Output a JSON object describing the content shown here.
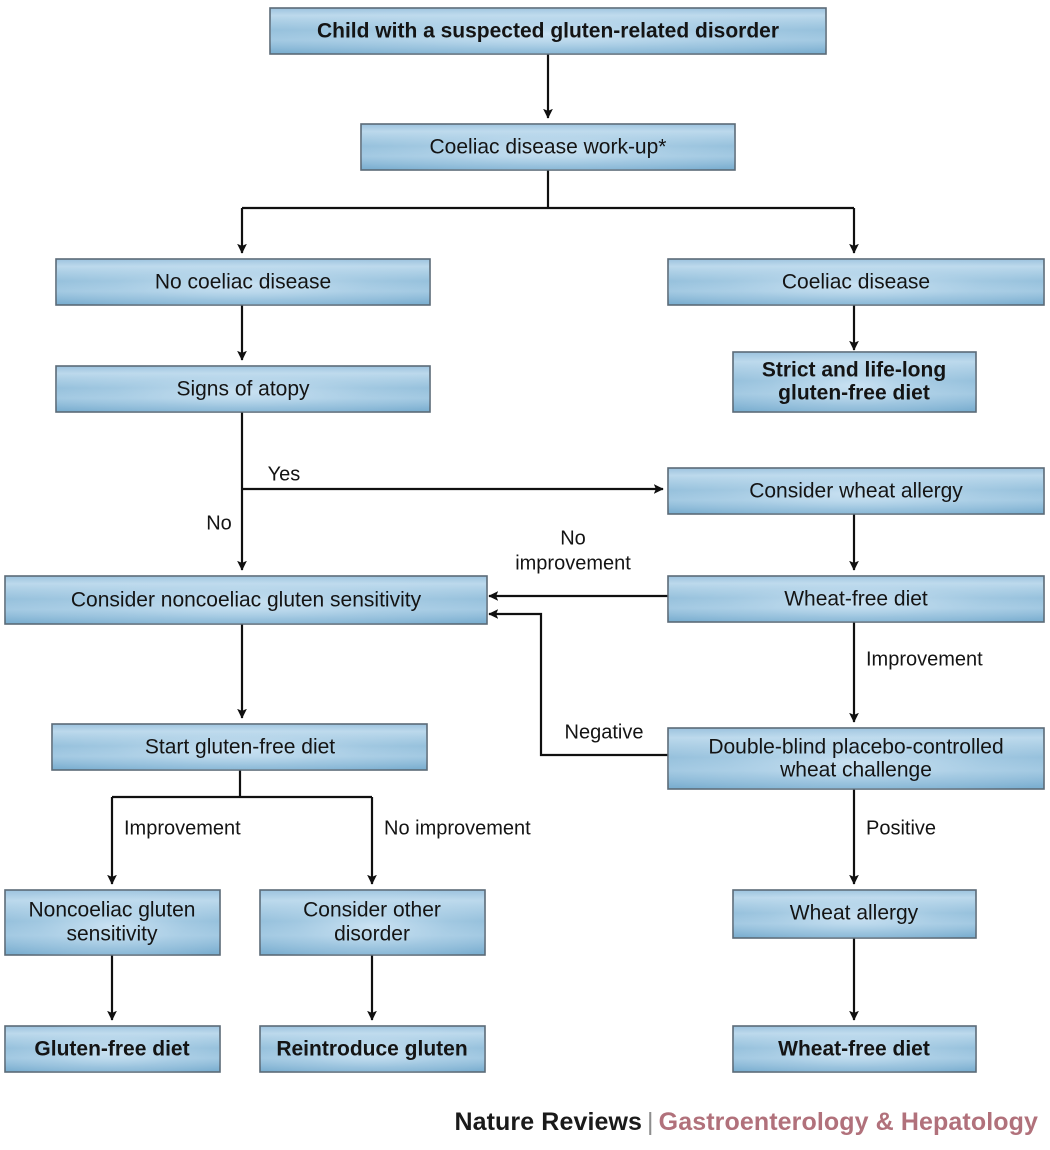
{
  "diagram": {
    "title_text": "Child with a suspected gluten-related disorder",
    "nodes": {
      "start": "Child with a suspected gluten-related disorder",
      "workup": "Coeliac disease work-up*",
      "no_coeliac": "No coeliac disease",
      "coeliac": "Coeliac disease",
      "signs_atopy": "Signs of atopy",
      "strict_gfd_l1": "Strict and life-long",
      "strict_gfd_l2": "gluten-free diet",
      "consider_wheat_allergy": "Consider wheat allergy",
      "consider_ncgs": "Consider noncoeliac gluten sensitivity",
      "wheat_free_diet": "Wheat-free diet",
      "start_gfd": "Start gluten-free diet",
      "dbpc_l1": "Double-blind placebo-controlled",
      "dbpc_l2": "wheat challenge",
      "ncgs_l1": "Noncoeliac gluten",
      "ncgs_l2": "sensitivity",
      "consider_other_l1": "Consider other",
      "consider_other_l2": "disorder",
      "wheat_allergy": "Wheat allergy",
      "gluten_free_diet": "Gluten-free diet",
      "reintroduce_gluten": "Reintroduce gluten",
      "wheat_free_diet_final": "Wheat-free diet"
    },
    "edge_labels": {
      "yes": "Yes",
      "no": "No",
      "no_improvement_l1": "No",
      "no_improvement_l2": "improvement",
      "improvement_right": "Improvement",
      "negative": "Negative",
      "improvement_left": "Improvement",
      "no_improvement_left": "No improvement",
      "positive": "Positive"
    },
    "colors": {
      "box_fill_light": "#bedaec",
      "box_fill_mid": "#8dbbd9",
      "box_fill_dark": "#74a8cc",
      "box_border": "#5b6a77",
      "connector": "#101010",
      "text": "#141414"
    }
  },
  "footer": {
    "journal_main": "Nature Reviews",
    "separator": "|",
    "journal_sub": "Gastroenterology & Hepatology",
    "sub_color": "#b1717b"
  }
}
